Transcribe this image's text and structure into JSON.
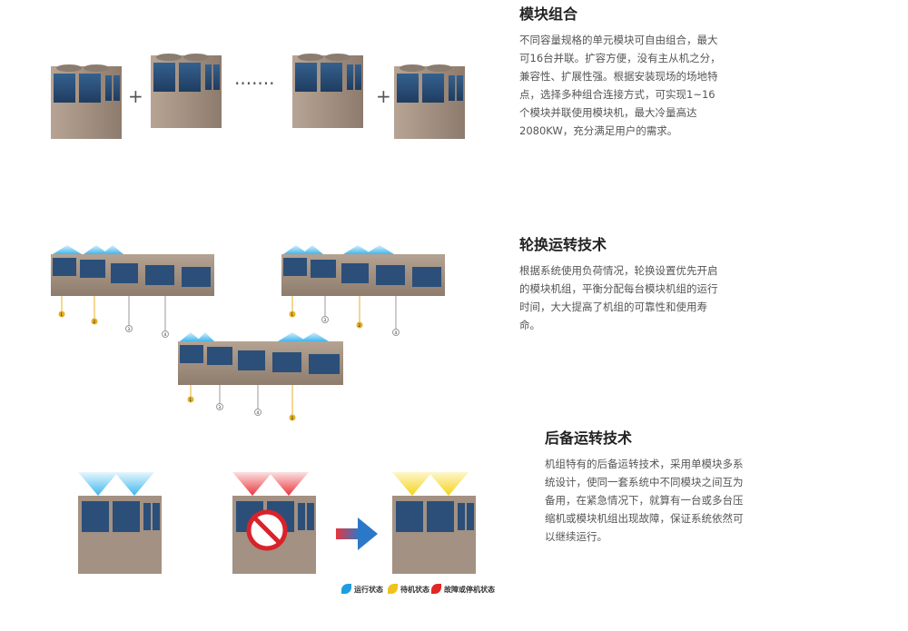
{
  "sections": [
    {
      "title": "模块组合",
      "lines": [
        "不同容量规格的单元模块可自由组合，最大",
        "可16台并联。扩容方便，没有主从机之分，",
        "兼容性、扩展性强。根据安装现场的场地特",
        "点，选择多种组合连接方式，可实现1~16",
        "个模块并联使用模块机，最大冷量高达",
        "2080KW，充分满足用户的需求。"
      ]
    },
    {
      "title": "轮换运转技术",
      "lines": [
        "根据系统使用负荷情况，轮换设置优先开启",
        "的模块机组，平衡分配每台模块机组的运行",
        "时间，大大提高了机组的可靠性和使用寿",
        "命。"
      ]
    },
    {
      "title": "后备运转技术",
      "lines": [
        "机组特有的后备运转技术，采用单模块多系",
        "统设计，使同一套系统中不同模块之间互为",
        "备用，在紧急情况下，就算有一台或多台压",
        "缩机或模块机组出现故障，保证系统依然可",
        "以继续运行。"
      ]
    }
  ],
  "combo_symbols": {
    "plus": "+",
    "dots": "·······"
  },
  "rotation_groups": [
    {
      "labels": [
        "1",
        "2",
        "3",
        "4"
      ]
    },
    {
      "labels": [
        "1",
        "3",
        "2",
        "4"
      ]
    },
    {
      "labels": [
        "1",
        "3",
        "4",
        "2"
      ]
    }
  ],
  "legend": [
    {
      "label": "运行状态",
      "color": "#1e9ee0"
    },
    {
      "label": "待机状态",
      "color": "#f1c21b"
    },
    {
      "label": "故障或停机状态",
      "color": "#e32626"
    }
  ],
  "colors": {
    "unit_body": "#a39183",
    "panel": "#2b4f79",
    "airflow_blue": "#3fb6ee",
    "airflow_red": "#e8353c",
    "airflow_yellow": "#f4d41a",
    "arrow": "#2c78c8"
  }
}
